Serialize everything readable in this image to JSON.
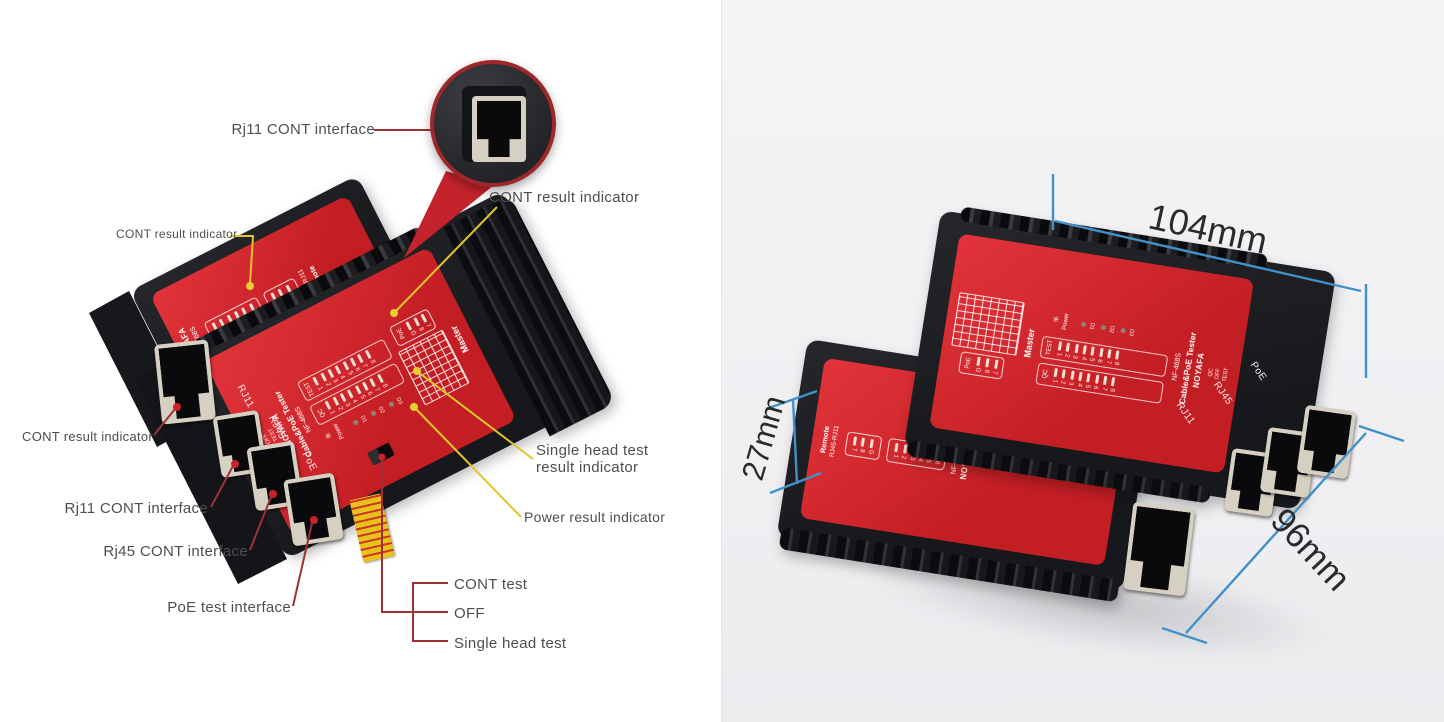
{
  "left_panel": {
    "annotations": {
      "rj11_top": "Rj11 CONT interface",
      "cont_result_top": "CONT result indicator",
      "cont_result_upper_left": "CONT result indicator",
      "cont_result_left": "CONT result indicator",
      "rj11_left": "Rj11 CONT interface",
      "rj45_left": "Rj45 CONT interface",
      "poe_left": "PoE test interface",
      "single_head_result_1": "Single head test",
      "single_head_result_2": "result indicator",
      "power_result": "Power result indicator",
      "cont_test": "CONT test",
      "off": "OFF",
      "single_head_test": "Single head test"
    }
  },
  "right_panel": {
    "dimensions": {
      "width": "104mm",
      "thickness": "27mm",
      "depth": "96mm"
    }
  },
  "device": {
    "brand": "NOYAFA",
    "product": "Cable&PoE Tester",
    "model": "NF-468S",
    "master_label": "Master",
    "remote_label": "Remote",
    "remote_model": "RJ45-RJ11",
    "power_label": "Power",
    "test_label": "TEST",
    "qc_label": "QC",
    "off_label": "OFF",
    "poe_label": "PoE",
    "port_rj11": "RJ11",
    "port_rj45": "RJ45",
    "port_poe": "PoE",
    "d_leds": [
      "D1",
      "D2",
      "D3"
    ],
    "led_groups": {
      "master_row": [
        "1",
        "2",
        "3",
        "4",
        "5",
        "6",
        "7",
        "8"
      ],
      "poe_box": [
        "G",
        "8",
        "7"
      ],
      "remote_main": [
        "1",
        "2",
        "3",
        "4",
        "5",
        "6"
      ],
      "remote_sub": [
        "7",
        "8",
        "G"
      ]
    },
    "colors": {
      "panel_red": "#cf2127",
      "body_black": "#1b1c20",
      "accent_yellow": "#e4c72e",
      "leader_red": "#9e3136",
      "dimension_blue": "#4191c8"
    }
  }
}
